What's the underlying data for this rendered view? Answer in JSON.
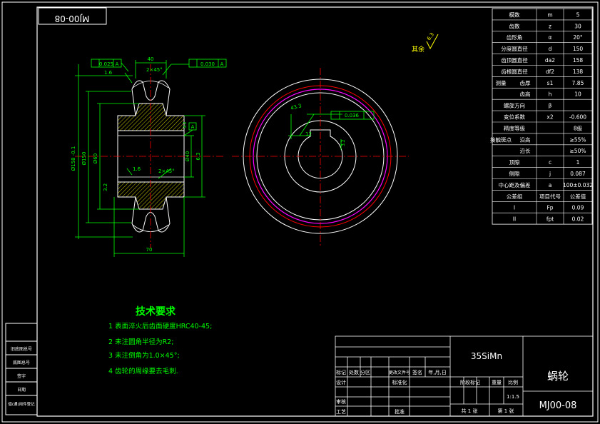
{
  "drawing_code_rotated": "MJ00-08",
  "surface_finish": {
    "other_label": "其余",
    "value": "6.3"
  },
  "params": [
    {
      "name": "模数",
      "symbol": "m",
      "value": "5"
    },
    {
      "name": "齿数",
      "symbol": "z",
      "value": "30"
    },
    {
      "name": "齿形角",
      "symbol": "α",
      "value": "20°"
    },
    {
      "name": "分度圆直径",
      "symbol": "d",
      "value": "150"
    },
    {
      "name": "齿顶圆直径",
      "symbol": "da2",
      "value": "158"
    },
    {
      "name": "齿根圆直径",
      "symbol": "df2",
      "value": "138"
    },
    {
      "name": "测量",
      "sub": "齿厚",
      "symbol": "s1",
      "value": "7.85"
    },
    {
      "name": "",
      "sub": "齿高",
      "symbol": "h",
      "value": "10"
    },
    {
      "name": "螺旋方向",
      "symbol": "β",
      "value": ""
    },
    {
      "name": "变位系数",
      "symbol": "x2",
      "value": "-0.600"
    },
    {
      "name": "精度等级",
      "symbol": "",
      "value": "8级"
    },
    {
      "name": "接触斑点",
      "sub": "沿高",
      "symbol": "",
      "value": "≥55%"
    },
    {
      "name": "",
      "sub": "沿长",
      "symbol": "",
      "value": "≥50%"
    },
    {
      "name": "顶隙",
      "symbol": "c",
      "value": "1"
    },
    {
      "name": "侧隙",
      "symbol": "j",
      "value": "0.087"
    },
    {
      "name": "中心距及偏差",
      "symbol": "a",
      "value": "100±0.032"
    },
    {
      "name": "公差组",
      "symbol": "项目代号",
      "value": "公差值"
    },
    {
      "name": "I",
      "symbol": "Fp",
      "value": "0.09"
    },
    {
      "name": "II",
      "symbol": "fpt",
      "value": "0.02"
    }
  ],
  "section_dims": {
    "top_width": "40",
    "chamfer_top": "2×45°",
    "chamfer_mid": "2×45°",
    "bottom_width": "70",
    "tol_left": "0.025",
    "tol_right": "0.030",
    "tol_flag_a": "A",
    "r16_a": "1.6",
    "r16_b": "1.6",
    "r32": "3.2",
    "dia_outer": "Ø158 -0.1",
    "dia_pitch": "Ø150",
    "dia_bore": "Ø40",
    "dia_hub": "Ø60",
    "r_small": "6.3"
  },
  "front_dims": {
    "keyway_w": "12",
    "keyway_tol": "0.036",
    "keyway_depth": "43.3",
    "keyway_r": "3.2"
  },
  "tech": {
    "title": "技术要求",
    "items": [
      "1  表面淬火后齿面硬度HRC40-45;",
      "2  未注圆角半径为R2;",
      "3  未注倒角为1.0×45°;",
      "4  齿轮的周缘要去毛刺."
    ]
  },
  "title_block": {
    "material": "35SiMn",
    "part_name": "蜗轮",
    "drawing_no": "MJ00-08",
    "scale_label": "比例",
    "scale": "1:1.5",
    "row_labels": [
      "标记",
      "处数",
      "分区",
      "更改文件号",
      "签名",
      "年,月,日"
    ],
    "design": "设计",
    "standard": "标准化",
    "stage_mark": "阶段标记",
    "weight": "重量",
    "audit": "审核",
    "process": "工艺",
    "approve": "批准",
    "sheets": "共 1 张",
    "sheet_no": "第 1 张"
  },
  "left_strip": [
    "旧底图总号",
    "底图总号",
    "签字",
    "日期",
    "借(通)用件登记"
  ],
  "colors": {
    "bg": "#000000",
    "white": "#ffffff",
    "green": "#00ff00",
    "red": "#ff0000",
    "magenta": "#ff00ff",
    "yellow": "#ffff00"
  }
}
